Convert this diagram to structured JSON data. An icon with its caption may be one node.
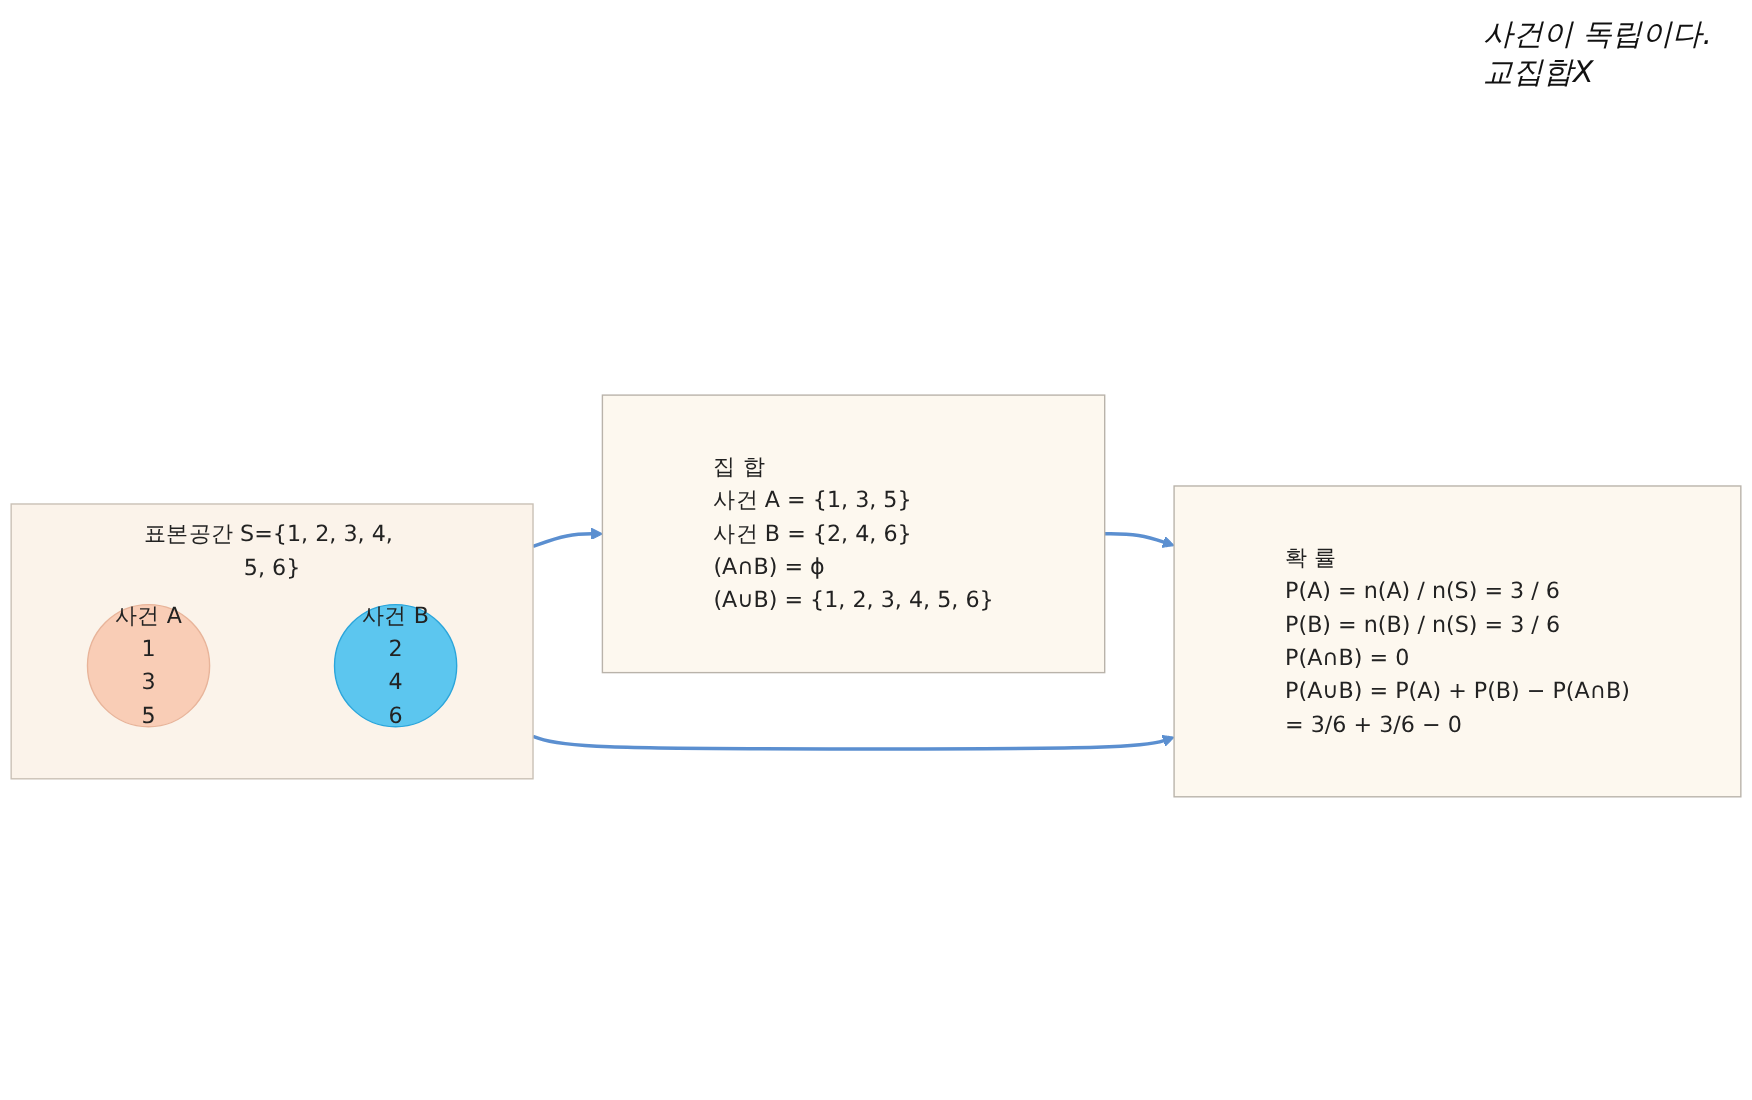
{
  "diagram": {
    "nodes": [
      {
        "text": [
          "표본공간 S={1, 2, 3, 4, 5, 6}"
        ]
      },
      {
        "text": [
          "사건 A",
          "1",
          "3",
          "5"
        ],
        "in": 0
      },
      {
        "text": [
          "사건 B",
          "2",
          "4",
          "6"
        ],
        "in": 0
      },
      {
        "text": [
          "집 합",
          "사건 A = {1, 3, 5}",
          "사건 B = {2, 4, 6}",
          "(A∩B) = ϕ",
          "(A∪B) = {1, 2, 3, 4, 5, 6}"
        ]
      },
      {
        "text": [
          "확 률",
          "P(A) = n(A) / n(S) = 3 / 6",
          "P(B) = n(B) / n(S) = 3 / 6",
          "P(A∩B) = 0",
          "P(A∪B) = P(A) + P(B) − P(A∩B)",
          "= 3/6 + 3/6 − 0"
        ]
      }
    ],
    "edges": [
      {
        "from": 0,
        "to": 3,
        "arrow": "to"
      },
      {
        "from": 0,
        "to": 4,
        "arrow": "to"
      },
      {
        "from": 3,
        "to": 4,
        "arrow": "to"
      }
    ],
    "labels": [
      "사건이 독립이다.",
      "교집합X"
    ]
  }
}
